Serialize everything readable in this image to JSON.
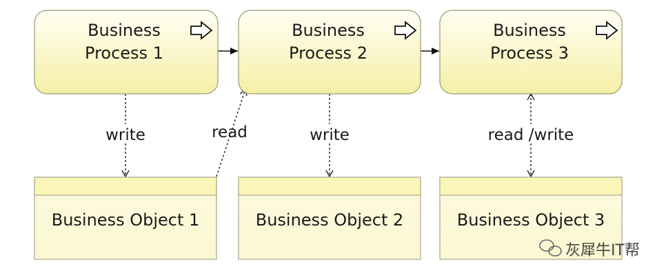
{
  "processes": [
    {
      "id": "p1",
      "label_line1": "Business",
      "label_line2": "Process 1",
      "icon": "process-arrow-icon"
    },
    {
      "id": "p2",
      "label_line1": "Business",
      "label_line2": "Process 2",
      "icon": "process-arrow-icon"
    },
    {
      "id": "p3",
      "label_line1": "Business",
      "label_line2": "Process 3",
      "icon": "process-arrow-icon"
    }
  ],
  "objects": [
    {
      "id": "o1",
      "label": "Business Object 1"
    },
    {
      "id": "o2",
      "label": "Business Object 2"
    },
    {
      "id": "o3",
      "label": "Business Object 3"
    }
  ],
  "edges": [
    {
      "from": "p1",
      "to": "p2",
      "kind": "triggering"
    },
    {
      "from": "p2",
      "to": "p3",
      "kind": "triggering"
    },
    {
      "from": "p1",
      "to": "o1",
      "kind": "access",
      "label": "write"
    },
    {
      "from": "o1",
      "to": "p2",
      "kind": "access",
      "label": "read"
    },
    {
      "from": "p2",
      "to": "o2",
      "kind": "access",
      "label": "write"
    },
    {
      "from": "p3",
      "to": "o3",
      "kind": "access",
      "label": "read /write"
    }
  ],
  "watermark": {
    "text": "灰犀牛IT帮",
    "icon": "wechat-icon"
  },
  "colors": {
    "process_fill_top": "#fffff4",
    "process_fill_bottom": "#f6efa6",
    "object_fill": "#fdfae0",
    "object_header": "#fbf6b8",
    "border": "#9a9a72"
  }
}
